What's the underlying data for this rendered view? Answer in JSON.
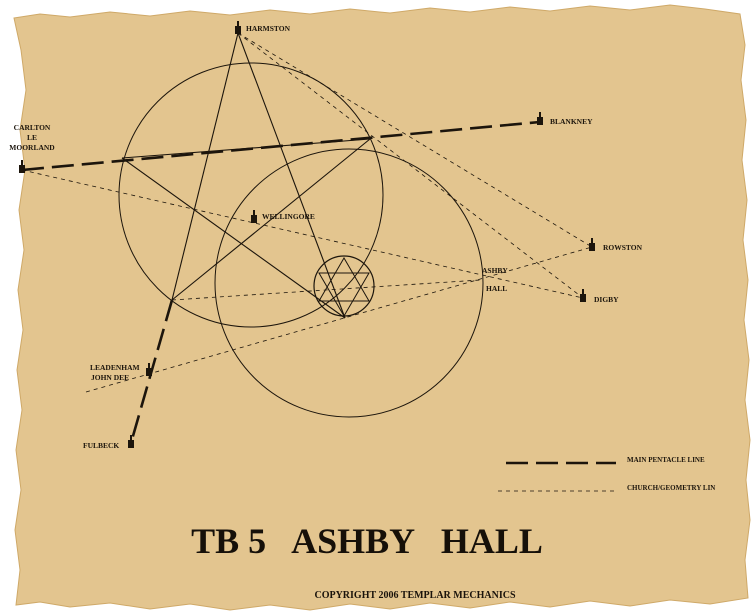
{
  "title": "TB 5   ASHBY   HALL",
  "copyright": "COPYRIGHT 2006 TEMPLAR MECHANICS",
  "legend": {
    "main_line": "MAIN PENTACLE LINE",
    "church_line": "CHURCH/GEOMETRY LIN"
  },
  "places": {
    "harmston": "HARMSTON",
    "blankney": "BLANKNEY",
    "carlton": [
      "CARLTON",
      "LE",
      "MOORLAND"
    ],
    "wellingore": "WELLINGORE",
    "rowston": "ROWSTON",
    "ashby": [
      "ASHBY",
      "HALL"
    ],
    "digby": "DIGBY",
    "leadenham": [
      "LEADENHAM",
      "JOHN DEE"
    ],
    "fulbeck": "FULBECK"
  },
  "colors": {
    "parchment": "#e3c58f",
    "ink": "#1c150c"
  }
}
